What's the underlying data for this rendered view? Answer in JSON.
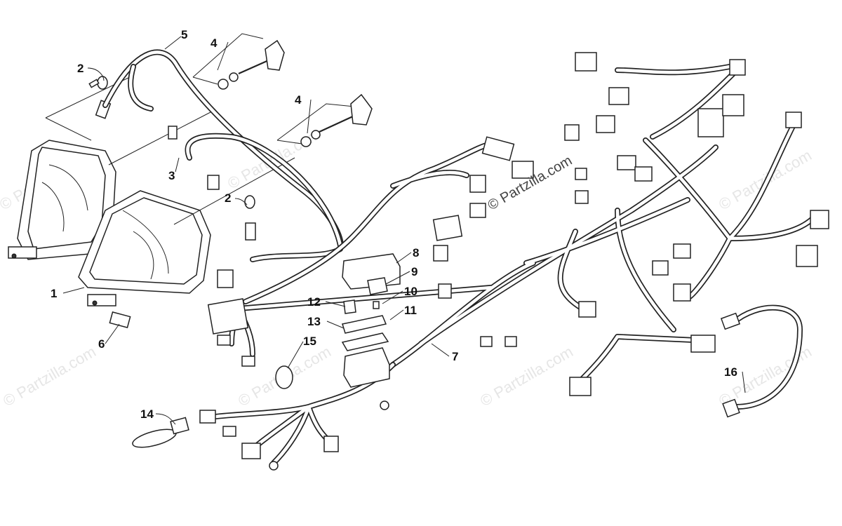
{
  "watermark": "© Partzilla.com",
  "callouts": {
    "c1": "1",
    "c2a": "2",
    "c2b": "2",
    "c3": "3",
    "c4a": "4",
    "c4b": "4",
    "c5": "5",
    "c6": "6",
    "c7": "7",
    "c8": "8",
    "c9": "9",
    "c10": "10",
    "c11": "11",
    "c12": "12",
    "c13": "13",
    "c14": "14",
    "c15": "15",
    "c16": "16"
  }
}
